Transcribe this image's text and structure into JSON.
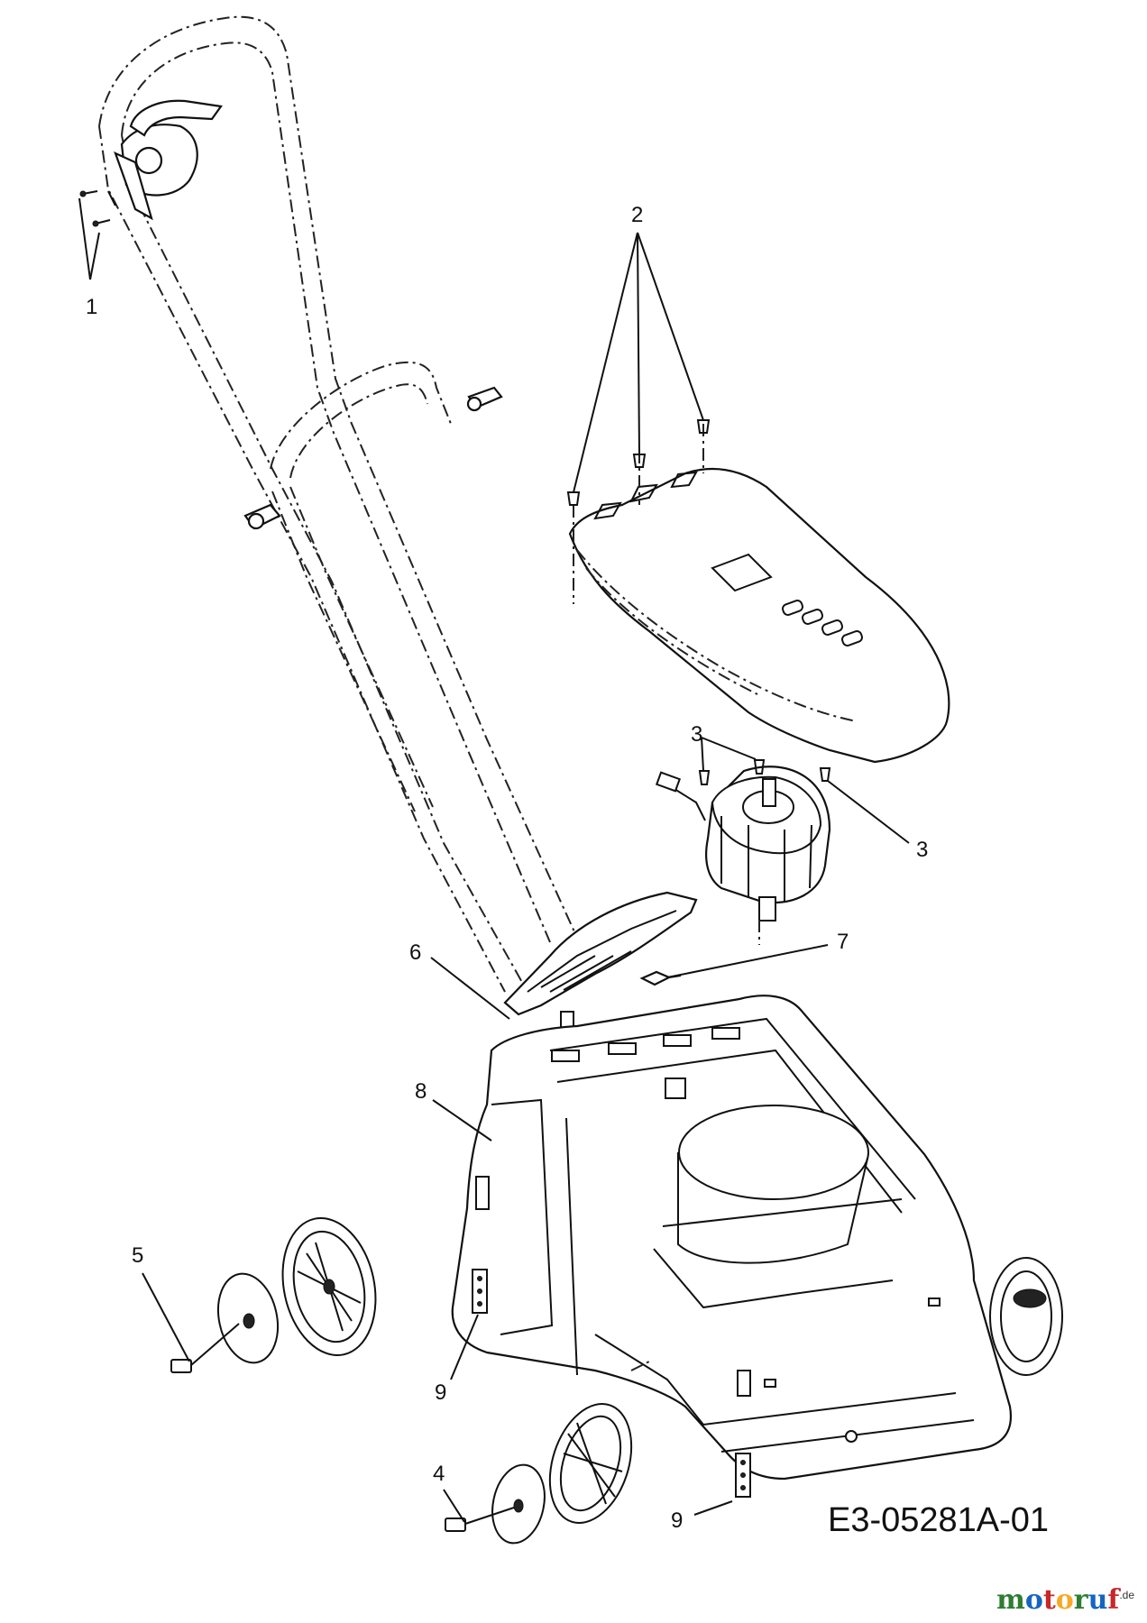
{
  "diagram": {
    "callouts": [
      {
        "id": "c1a",
        "text": "1"
      },
      {
        "id": "c2",
        "text": "2"
      },
      {
        "id": "c3a",
        "text": "3"
      },
      {
        "id": "c3b",
        "text": "3"
      },
      {
        "id": "c4",
        "text": "4"
      },
      {
        "id": "c5",
        "text": "5"
      },
      {
        "id": "c6",
        "text": "6"
      },
      {
        "id": "c7",
        "text": "7"
      },
      {
        "id": "c8",
        "text": "8"
      },
      {
        "id": "c9a",
        "text": "9"
      },
      {
        "id": "c9b",
        "text": "9"
      }
    ],
    "drawing_code": "E3-05281A-01",
    "parts": [
      "handle-assembly",
      "screws",
      "motor-cover",
      "motor",
      "handle-bracket",
      "cable-clip",
      "mower-deck",
      "front-wheel",
      "rear-wheel",
      "hubcap",
      "axle-bolt",
      "height-adjuster"
    ]
  },
  "watermark": {
    "letters": [
      {
        "ch": "m",
        "color": "#2e7d32"
      },
      {
        "ch": "o",
        "color": "#1565c0"
      },
      {
        "ch": "t",
        "color": "#c62828"
      },
      {
        "ch": "o",
        "color": "#f9a825"
      },
      {
        "ch": "r",
        "color": "#2e7d32"
      },
      {
        "ch": "u",
        "color": "#1565c0"
      },
      {
        "ch": "f",
        "color": "#c62828"
      }
    ],
    "suffix": ".de",
    "text": "motoruf.de"
  }
}
